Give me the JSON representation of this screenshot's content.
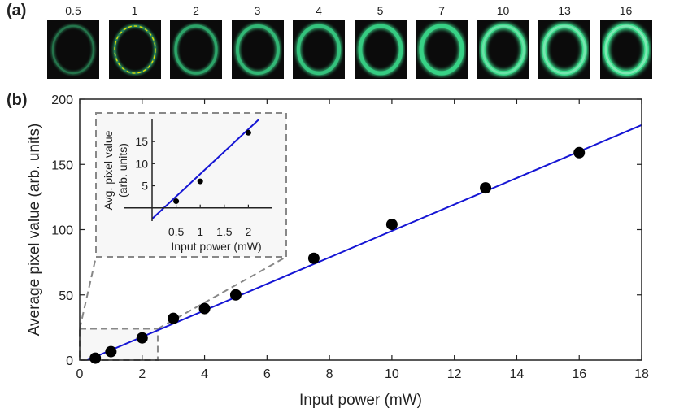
{
  "panel_a": {
    "label": "(a)",
    "images": [
      {
        "power": "0.5",
        "brightness": 0.1,
        "dashed_overlay": false
      },
      {
        "power": "1",
        "brightness": 0.18,
        "dashed_overlay": true
      },
      {
        "power": "2",
        "brightness": 0.35,
        "dashed_overlay": false
      },
      {
        "power": "3",
        "brightness": 0.5,
        "dashed_overlay": false
      },
      {
        "power": "4",
        "brightness": 0.6,
        "dashed_overlay": false
      },
      {
        "power": "5",
        "brightness": 0.7,
        "dashed_overlay": false
      },
      {
        "power": "7",
        "brightness": 0.8,
        "dashed_overlay": false
      },
      {
        "power": "10",
        "brightness": 0.88,
        "dashed_overlay": false
      },
      {
        "power": "13",
        "brightness": 0.95,
        "dashed_overlay": false
      },
      {
        "power": "16",
        "brightness": 1.0,
        "dashed_overlay": false
      }
    ],
    "ring_color": "#39d98a",
    "overlay_color": "#e8e000"
  },
  "panel_b": {
    "label": "(b)"
  },
  "chart_data": [
    {
      "type": "scatter",
      "xlabel": "Input power (mW)",
      "ylabel": "Average pixel value (arb. units)",
      "xlim": [
        0,
        18
      ],
      "ylim": [
        0,
        200
      ],
      "xticks": [
        0,
        2,
        4,
        6,
        8,
        10,
        12,
        14,
        16,
        18
      ],
      "yticks": [
        0,
        50,
        100,
        150,
        200
      ],
      "grid": false,
      "points": {
        "x": [
          0.5,
          1,
          2,
          3,
          4,
          5,
          7.5,
          10,
          16,
          13
        ],
        "y": [
          1.5,
          6.5,
          17,
          32,
          39.5,
          50,
          78,
          104,
          159,
          132
        ]
      },
      "fit_line": {
        "slope": 10.15,
        "intercept": -2.5,
        "color": "#1515d4"
      },
      "zoom_box": {
        "x": [
          0,
          2.5
        ],
        "y": [
          0,
          24
        ]
      }
    },
    {
      "type": "scatter",
      "role": "inset",
      "xlabel": "Input power (mW)",
      "ylabel_lines": [
        "Avg. pixel value",
        "(arb. units)"
      ],
      "xlim": [
        0,
        2.5
      ],
      "ylim": [
        -3,
        20
      ],
      "xticks": [
        0.5,
        1,
        1.5,
        2
      ],
      "xtick_labels": [
        "0.5",
        "1",
        "1.5",
        "2"
      ],
      "yticks": [
        5,
        10,
        15
      ],
      "points": {
        "x": [
          0.5,
          1,
          2
        ],
        "y": [
          1.5,
          6,
          17
        ]
      },
      "fit_line": {
        "slope": 10.15,
        "intercept": -2.5,
        "color": "#1515d4"
      }
    }
  ]
}
